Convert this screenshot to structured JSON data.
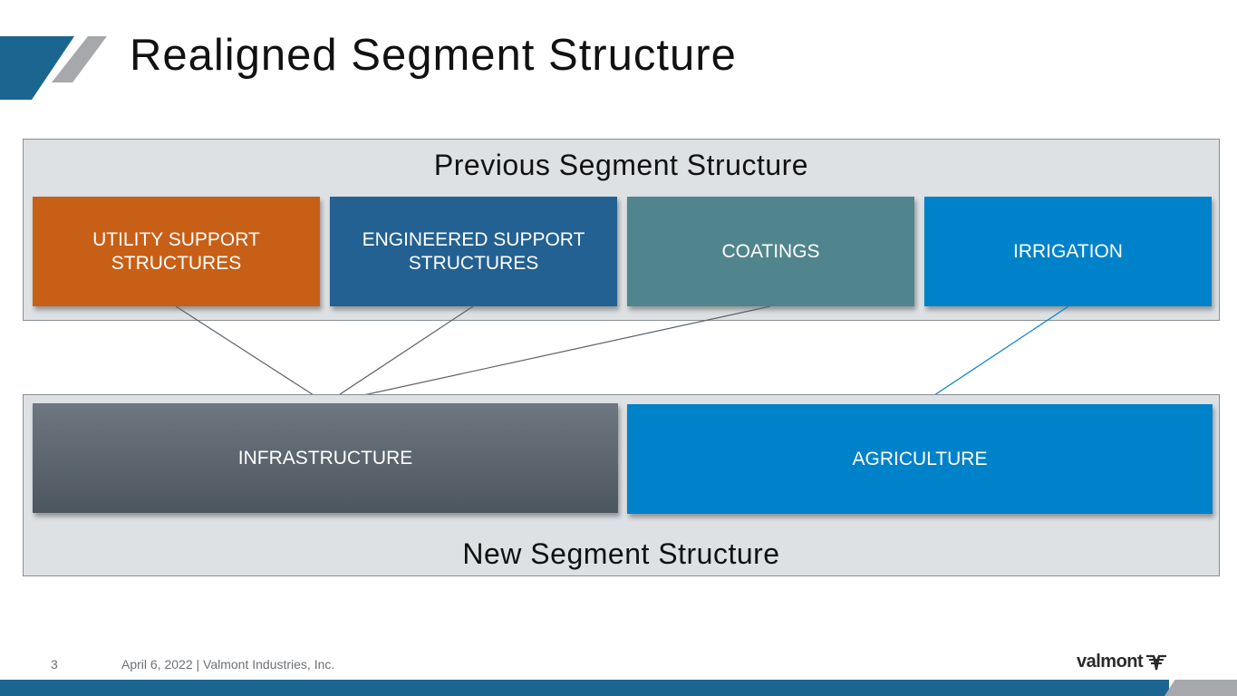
{
  "slide": {
    "title": "Realigned Segment Structure",
    "page_number": "3",
    "footer": "April 6, 2022  |  Valmont Industries, Inc.",
    "logo_text": "valmont",
    "logo_icon": "valmont-v-mark-icon"
  },
  "previous": {
    "title": "Previous Segment Structure",
    "segments": [
      {
        "line1": "UTILITY SUPPORT",
        "line2": "STRUCTURES",
        "color": "#c85f16"
      },
      {
        "line1": "ENGINEERED SUPPORT",
        "line2": "STRUCTURES",
        "color": "#236192"
      },
      {
        "line1": "COATINGS",
        "line2": "",
        "color": "#51858d"
      },
      {
        "line1": "IRRIGATION",
        "line2": "",
        "color": "#0082ca"
      }
    ]
  },
  "new": {
    "title": "New Segment Structure",
    "segments": [
      {
        "label": "INFRASTRUCTURE",
        "color_top": "#6e7780",
        "color_bottom": "#4c565f"
      },
      {
        "label": "AGRICULTURE",
        "color": "#0082ca"
      }
    ]
  },
  "mapping": [
    {
      "from": "UTILITY SUPPORT STRUCTURES",
      "to": "INFRASTRUCTURE"
    },
    {
      "from": "ENGINEERED SUPPORT STRUCTURES",
      "to": "INFRASTRUCTURE"
    },
    {
      "from": "COATINGS",
      "to": "INFRASTRUCTURE"
    },
    {
      "from": "IRRIGATION",
      "to": "AGRICULTURE"
    }
  ],
  "colors": {
    "brand_dark_blue": "#1a6690",
    "brand_gray": "#a6a8ab",
    "connector_gray": "#5b6168",
    "connector_blue": "#0082ca"
  }
}
